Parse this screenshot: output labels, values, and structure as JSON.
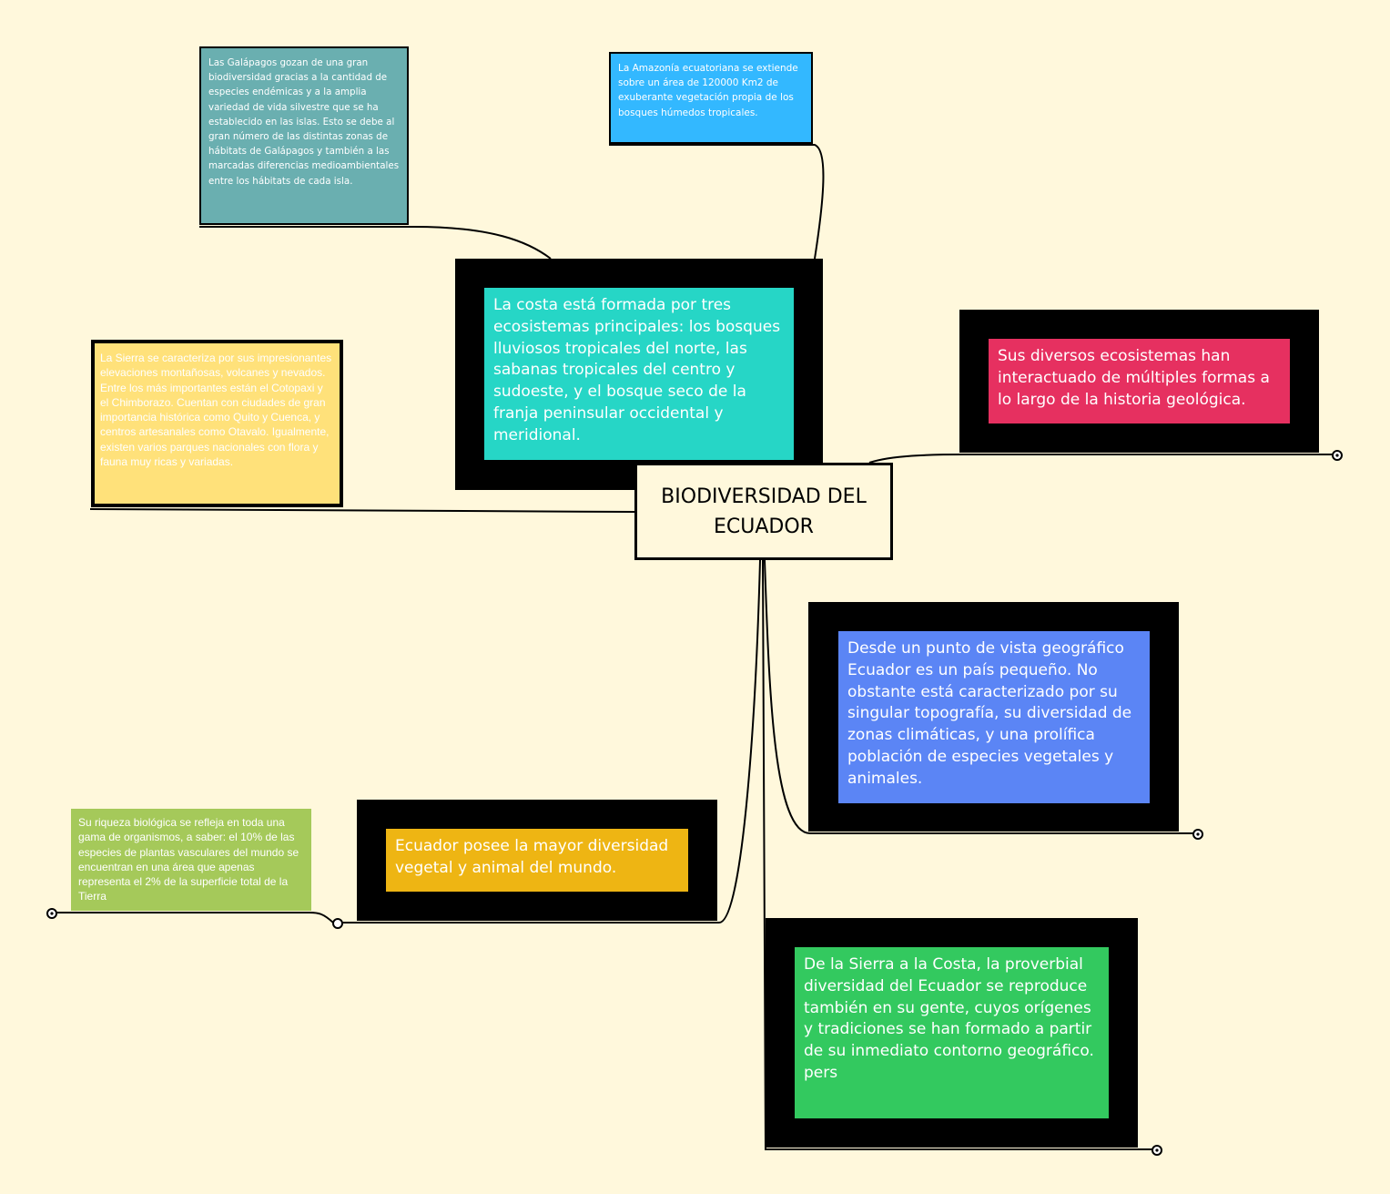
{
  "central_topic": "BIODIVERSIDAD DEL ECUADOR",
  "topics": {
    "costa": "La costa está formada por tres ecosistemas principales: los bosques lluviosos tropicales del norte, las sabanas tropicales del centro y sudoeste, y el bosque seco de la franja peninsular occidental y meridional.",
    "ecosistemas": "Sus diversos ecosistemas han interactuado de múltiples formas a lo largo de la historia geológica.",
    "geografico": "Desde un punto de vista geográfico Ecuador es un país pequeño. No obstante está caracterizado por su singular topografía, su diversidad de zonas climáticas, y una prolífica población de especies vegetales y animales.",
    "diversidad": "Ecuador posee la mayor diversidad vegetal y animal del mundo.",
    "gente": "De la Sierra a la Costa, la proverbial diversidad del Ecuador se reproduce también en su gente, cuyos orígenes y tradiciones se han formado a partir de su inmediato contorno geográfico.",
    "gente_extra": "pers"
  },
  "notes": {
    "galapagos": "Las Galápagos gozan de una gran biodiversidad gracias a la cantidad de especies endémicas y a la amplia variedad de vida silvestre que se ha establecido en las islas. Esto se debe al gran número de las distintas zonas de hábitats de Galápagos y también a las marcadas diferencias medioambientales entre los hábitats de cada isla.",
    "amazonia": "La Amazonía ecuatoriana se extiende sobre un área de 120000 Km2 de exuberante vegetación propia de los bosques húmedos tropicales.",
    "sierra": "La Sierra se caracteriza por sus impresionantes elevaciones montañosas, volcanes y nevados. Entre los más importantes están el Cotopaxi y el Chimborazo. Cuentan con ciudades de gran importancia histórica como Quito y Cuenca, y centros artesanales como Otavalo. Igualmente, existen varios parques nacionales con flora y fauna muy ricas y variadas.",
    "riqueza": "Su riqueza biológica se refleja en toda una gama de organismos, a saber: el 10% de las especies de plantas vasculares del mundo se encuentran en una área que apenas representa el 2% de la superficie total de la Tierra"
  },
  "colors": {
    "background": "#fff8dc",
    "galapagos": "#6aafb0",
    "amazonia": "#33b8ff",
    "sierra": "#ffe17a",
    "riqueza": "#a5c95a",
    "costa": "#26d6c6",
    "ecosistemas": "#e63060",
    "geografico": "#5b85f5",
    "diversidad": "#eeb513",
    "gente": "#33c95f"
  }
}
